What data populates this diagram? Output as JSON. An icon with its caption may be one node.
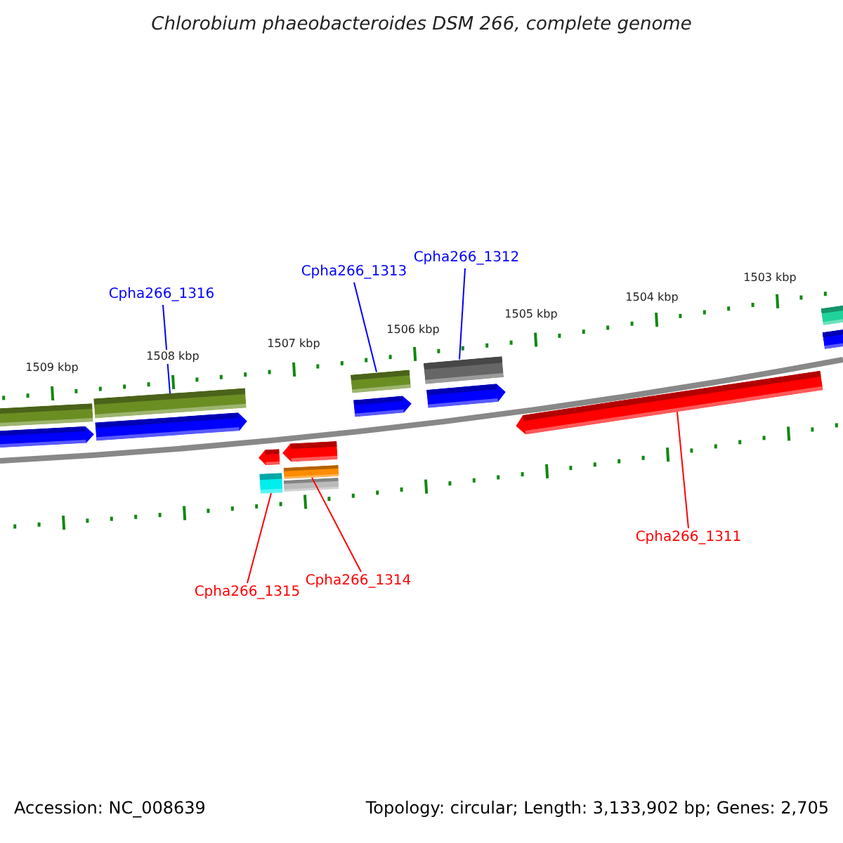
{
  "diagram": {
    "title": "Chlorobium phaeobacteroides DSM 266, complete genome",
    "nodes": [
      {
        "text": [
          "Cpha266_1316"
        ]
      },
      {
        "text": [
          "Cpha266_1313"
        ]
      },
      {
        "text": [
          "Cpha266_1312"
        ]
      },
      {
        "text": [
          "Cpha266_1315"
        ]
      },
      {
        "text": [
          "Cpha266_1314"
        ]
      },
      {
        "text": [
          "Cpha266_1311"
        ]
      },
      {
        "text": [],
        "shape": "bar"
      },
      {
        "text": [],
        "shape": "bar"
      },
      {
        "text": [],
        "shape": "bar"
      },
      {
        "text": [],
        "shape": "bar"
      },
      {
        "text": [],
        "shape": "bar"
      },
      {
        "text": [],
        "shape": "bar"
      },
      {
        "text": [],
        "shape": "bar"
      },
      {
        "text": [],
        "shape": "bar"
      },
      {
        "text": [],
        "shape": "bar"
      },
      {
        "text": [],
        "shape": "bar"
      },
      {
        "text": [],
        "shape": "bar"
      },
      {
        "text": [],
        "shape": "bar"
      },
      {
        "text": [],
        "shape": "bar"
      },
      {
        "text": [],
        "shape": "bar"
      },
      {
        "text": [],
        "shape": "bar"
      },
      {
        "text": [],
        "shape": "bar"
      }
    ],
    "edges": [
      {
        "from": 0,
        "to": 7,
        "arrow": "none"
      },
      {
        "from": 1,
        "to": 8,
        "arrow": "none"
      },
      {
        "from": 2,
        "to": 9,
        "arrow": "none"
      },
      {
        "from": 3,
        "to": 18,
        "arrow": "none",
        "color": "#ff0000"
      },
      {
        "from": 4,
        "to": 19,
        "arrow": "none",
        "color": "#ff0000"
      },
      {
        "from": 5,
        "to": 21,
        "arrow": "none",
        "color": "#ff0000"
      }
    ],
    "labels": [
      "1509 kbp",
      "1508 kbp",
      "1507 kbp",
      "1506 kbp",
      "1505 kbp",
      "1504 kbp",
      "1503 kbp",
      "Accession: NC_008639",
      "Topology: circular; Length: 3,133,902 bp; Genes: 2,705"
    ]
  }
}
